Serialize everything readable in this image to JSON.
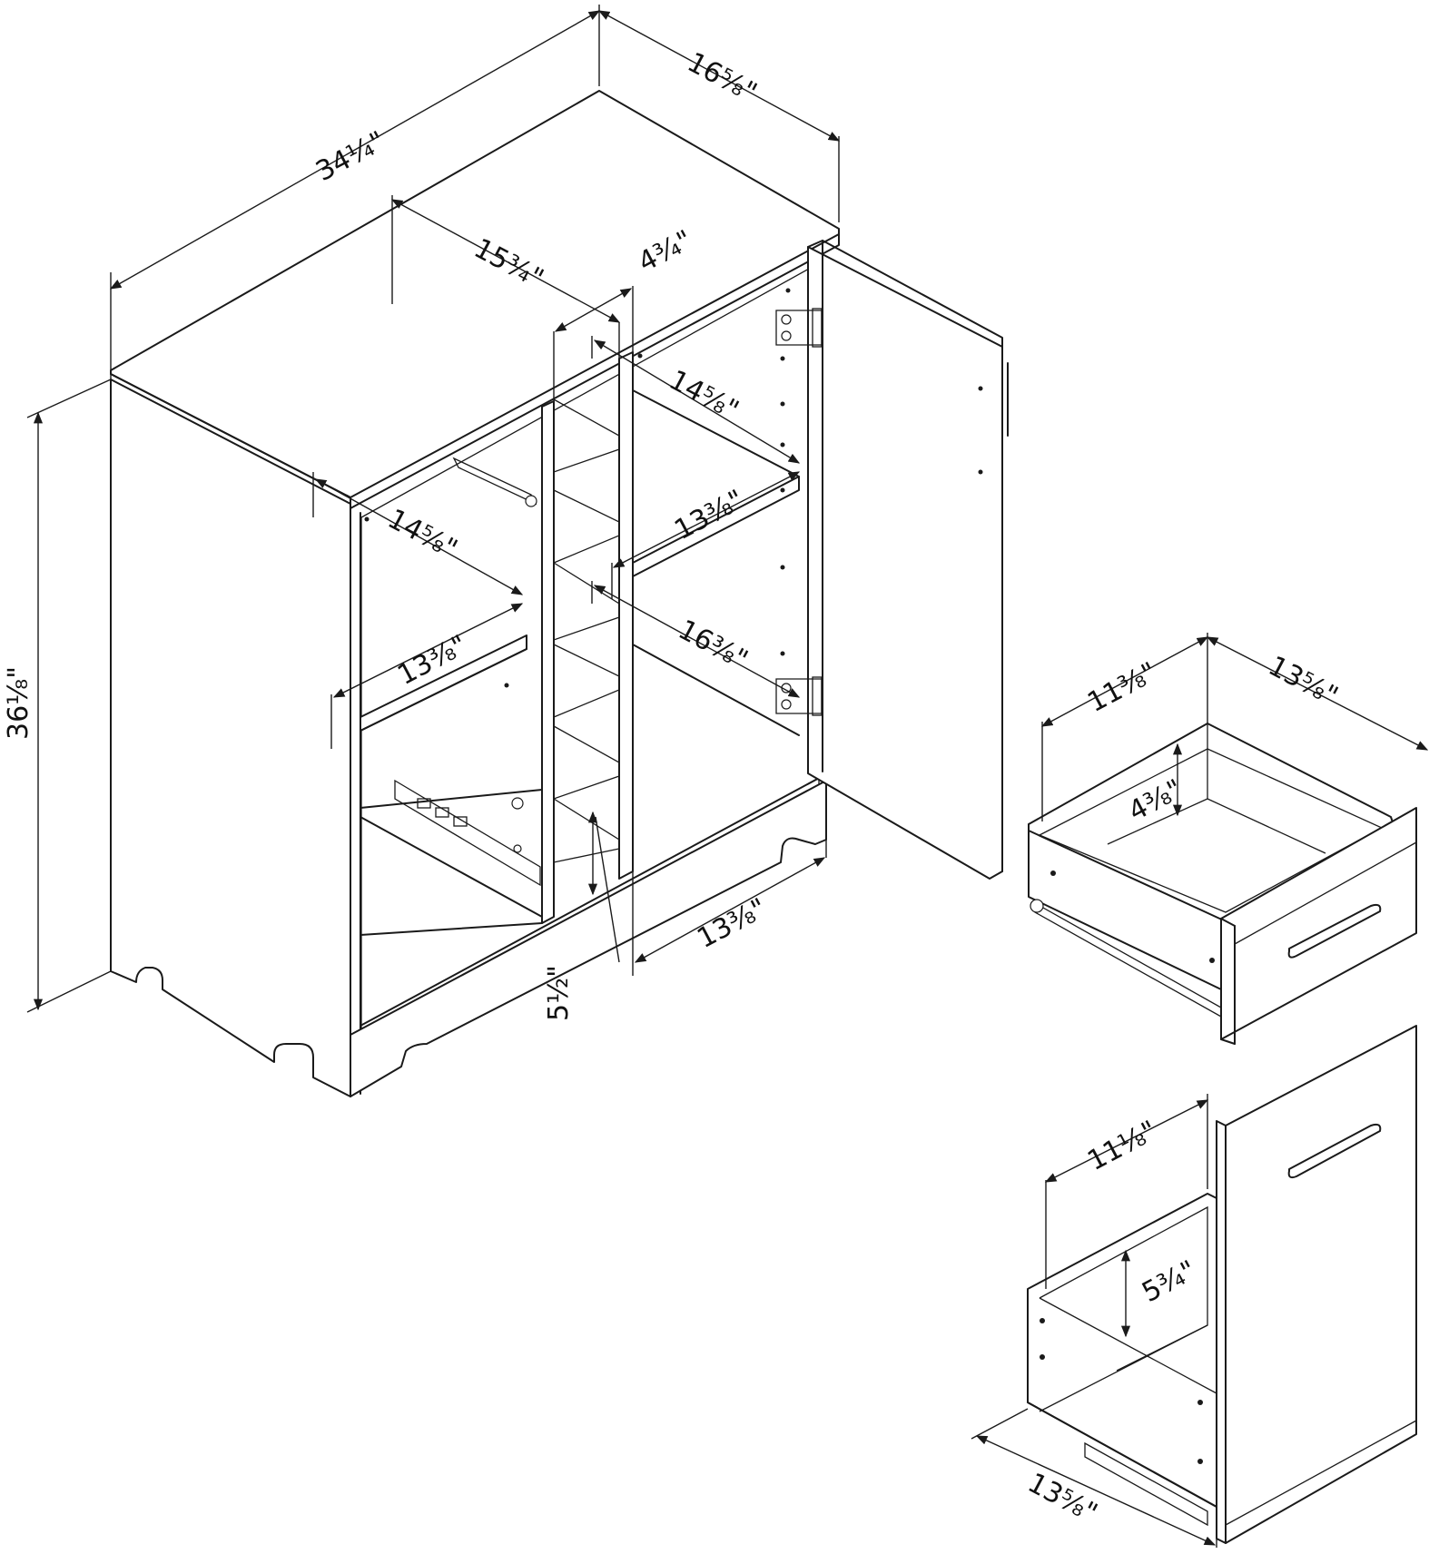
{
  "dimensions": {
    "overall_width": "34¼\"",
    "overall_depth": "16⅝\"",
    "overall_height": "36⅛\"",
    "left_compartment_width": "15¾\"",
    "center_compartment_width": "4¾\"",
    "right_shelf_width": "14⅝\"",
    "right_shelf_depth": "13⅜\"",
    "right_compartment_height": "16⅜\"",
    "right_bottom_depth": "13⅜\"",
    "left_shelf_width": "14⅝\"",
    "left_shelf_depth": "13⅜\"",
    "center_bottom_height": "5½\"",
    "drawer_width": "11⅜\"",
    "drawer_depth": "13⅝\"",
    "drawer_height": "4⅜\"",
    "pullout_width": "11⅛\"",
    "pullout_height": "5¾\"",
    "pullout_depth": "13⅝\""
  }
}
